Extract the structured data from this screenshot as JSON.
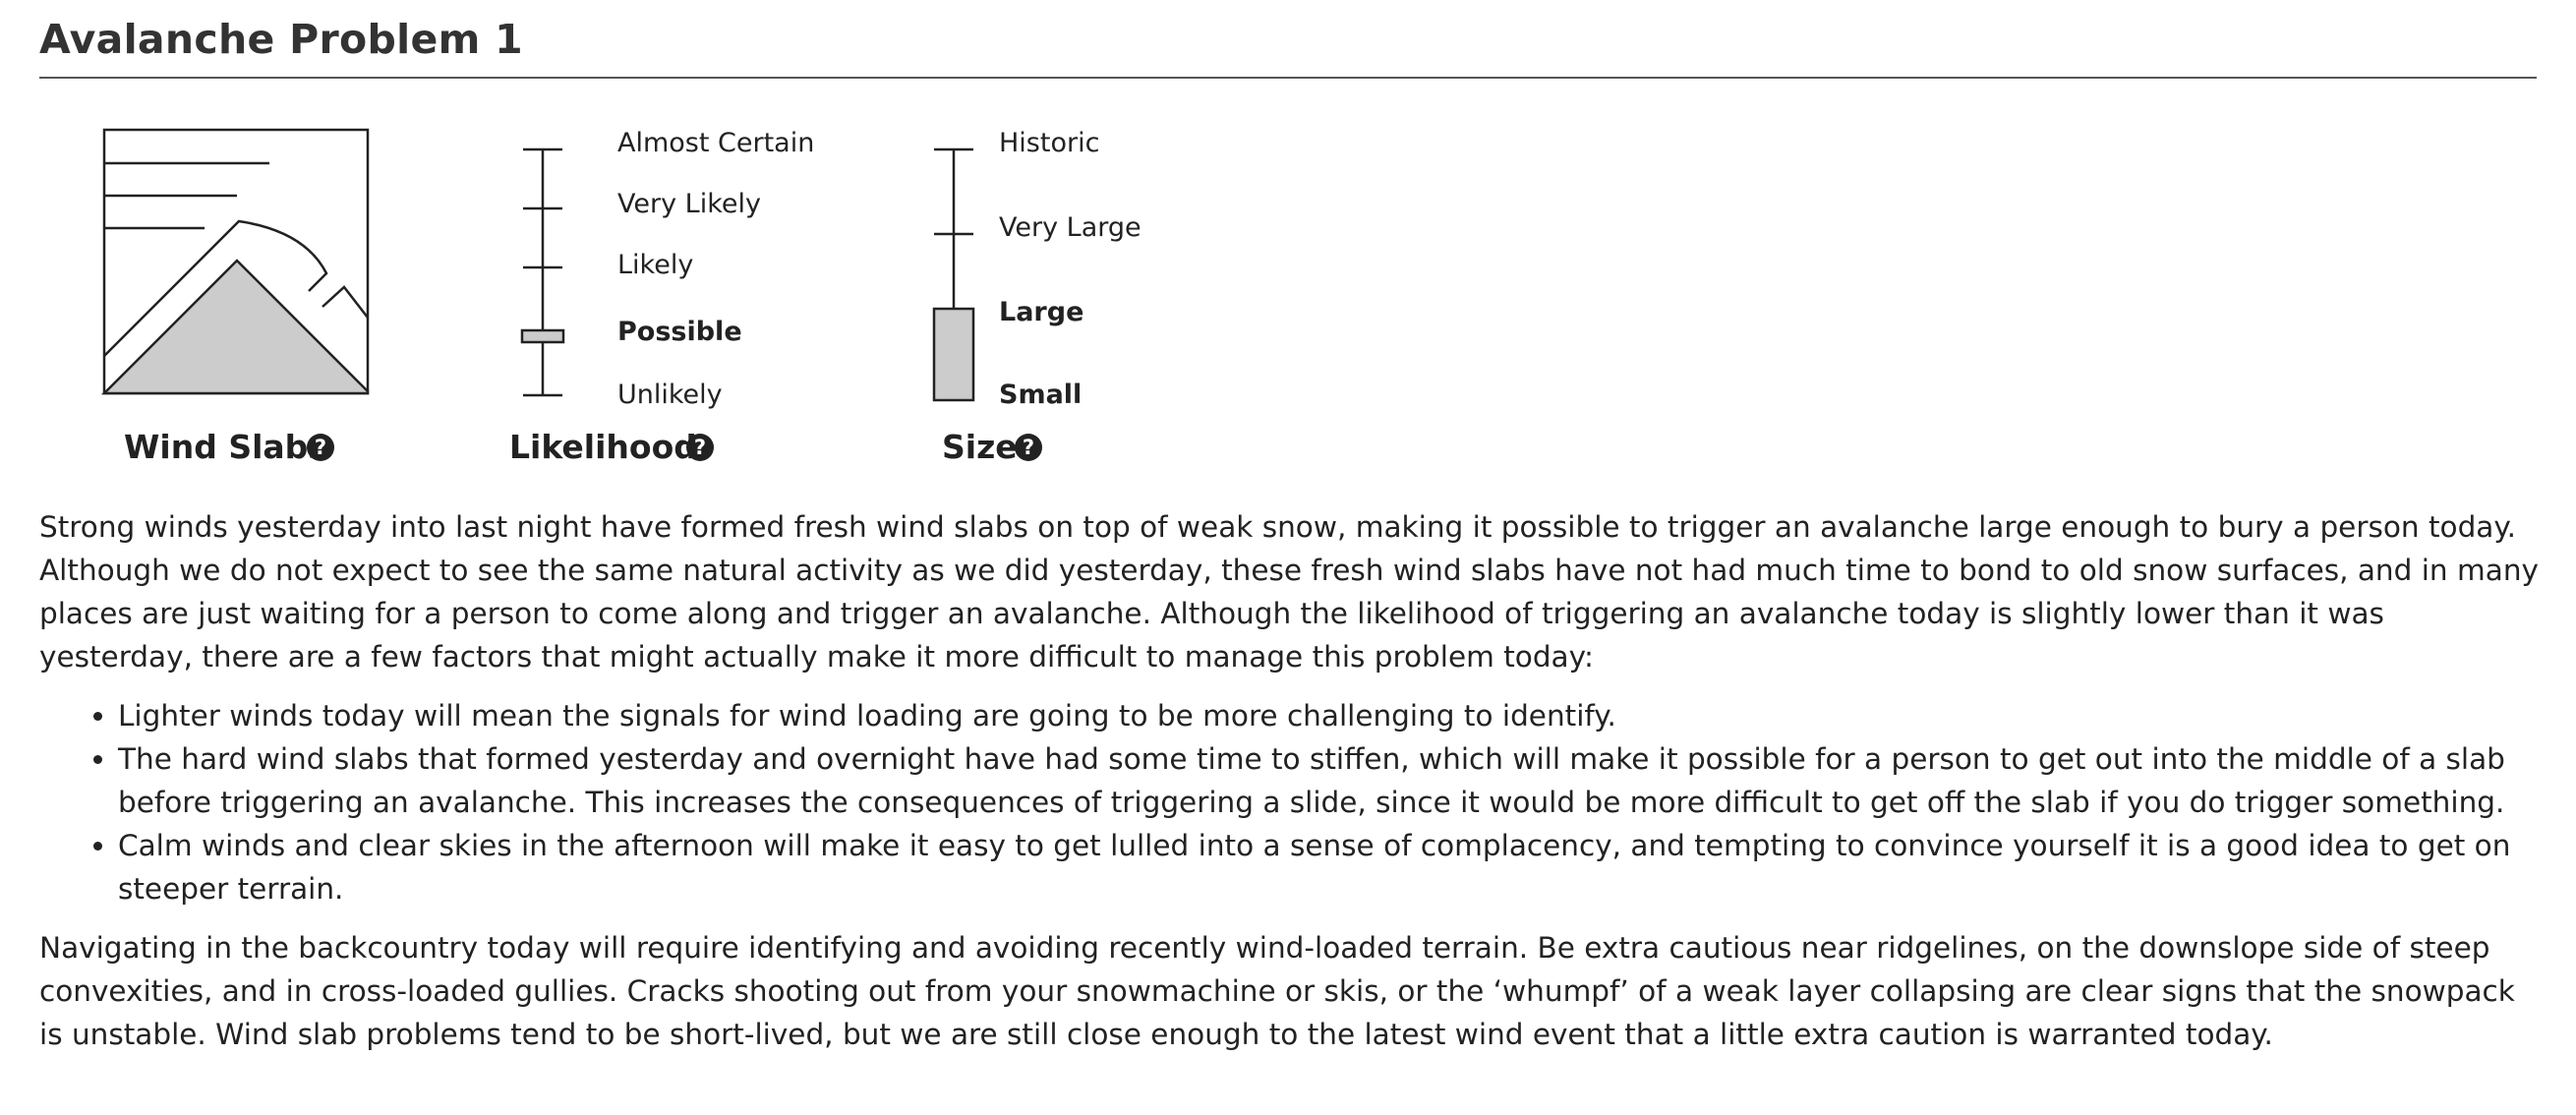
{
  "title": "Avalanche Problem 1",
  "problem": {
    "type_label": "Wind Slabs",
    "type_icon": "wind-slab-icon"
  },
  "likelihood": {
    "label": "Likelihood",
    "levels": [
      "Almost Certain",
      "Very Likely",
      "Likely",
      "Possible",
      "Unlikely"
    ],
    "selected": "Possible"
  },
  "size": {
    "label": "Size",
    "levels": [
      "Historic",
      "Very Large",
      "Large",
      "Small"
    ],
    "selected_range": [
      "Small",
      "Large"
    ]
  },
  "help_icon": "question-circle-icon",
  "help_glyph": "?",
  "discussion": {
    "intro": "Strong winds yesterday into last night have formed fresh wind slabs on top of weak snow, making it possible to trigger an avalanche large enough to bury a person today. Although we do not expect to see the same natural activity as we did yesterday, these fresh wind slabs have not had much time to bond to old snow surfaces, and in many places are just waiting for a person to come along and trigger an avalanche. Although the likelihood of triggering an avalanche today is slightly lower than it was yesterday, there are a few factors that might actually make it more difficult to manage this problem today:",
    "bullets": [
      "Lighter winds today will mean the signals for wind loading are going to be more challenging to identify.",
      "The hard wind slabs that formed yesterday and overnight have had some time to stiffen, which will make it possible for a person to get out into the middle of a slab before triggering an avalanche. This increases the consequences of triggering a slide, since it would be more difficult to get off the slab if you do trigger something.",
      "Calm winds and clear skies in the afternoon will make it easy to get lulled into a sense of complacency, and tempting to convince yourself it is a good idea to get on steeper terrain."
    ],
    "closing": "Navigating in the backcountry today will require identifying and avoiding recently wind-loaded terrain. Be extra cautious near ridgelines, on the downslope side of steep convexities, and in cross-loaded gullies. Cracks shooting out from your snowmachine or skis, or the ‘whumpf’ of a weak layer collapsing are clear signs that the snowpack is unstable. Wind slab problems tend to be short-lived, but we are still close enough to the latest wind event that a little extra caution is warranted today."
  }
}
